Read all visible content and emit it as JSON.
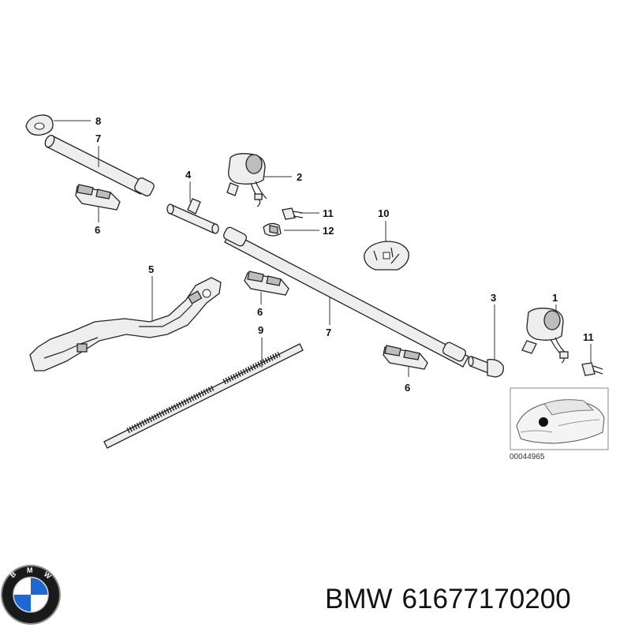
{
  "callouts": {
    "c8": "8",
    "c7a": "7",
    "c6a": "6",
    "c4": "4",
    "c2": "2",
    "c11a": "11",
    "c12": "12",
    "c10": "10",
    "c5": "5",
    "c6b": "6",
    "c7b": "7",
    "c9": "9",
    "c3": "3",
    "c1": "1",
    "c11b": "11",
    "c6c": "6"
  },
  "inset": {
    "reference_code": "00044965"
  },
  "caption": {
    "brand": "BMW",
    "part_number": "61677170200"
  },
  "logo": {
    "lettering": "BMW",
    "colors": {
      "blue": "#1c69d4",
      "ring": "#111111",
      "white": "#ffffff"
    }
  }
}
